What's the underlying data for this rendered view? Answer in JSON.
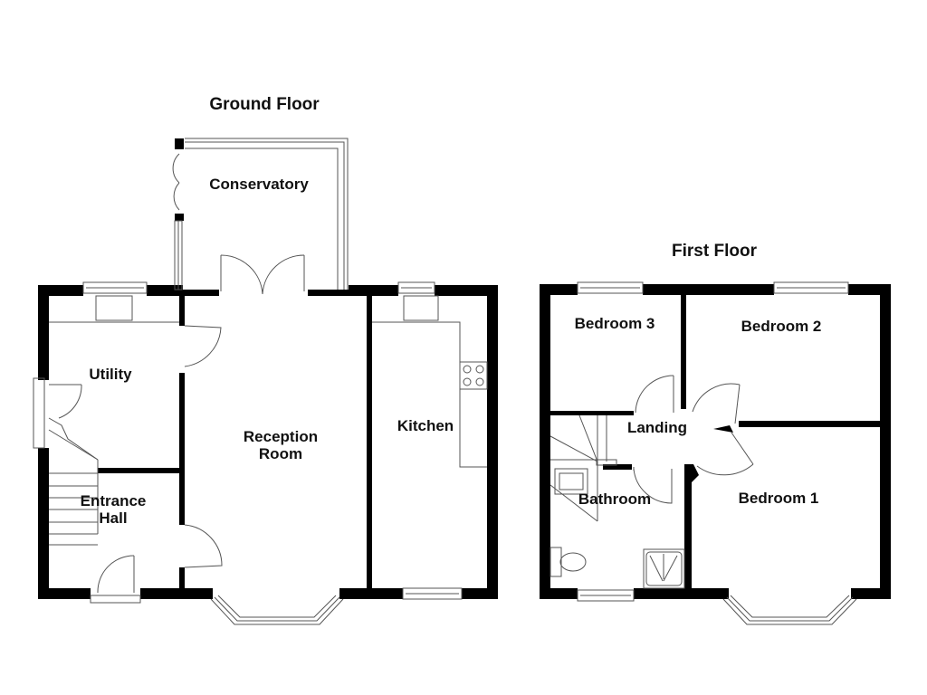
{
  "floors": {
    "ground": {
      "title": "Ground Floor",
      "rooms": {
        "conservatory": "Conservatory",
        "utility": "Utility",
        "reception": "Reception\nRoom",
        "kitchen": "Kitchen",
        "entrance_hall": "Entrance\nHall"
      }
    },
    "first": {
      "title": "First Floor",
      "rooms": {
        "bedroom3": "Bedroom 3",
        "bedroom2": "Bedroom 2",
        "landing": "Landing",
        "bathroom": "Bathroom",
        "bedroom1": "Bedroom 1"
      }
    }
  },
  "colors": {
    "wall": "#000000",
    "line": "#555555",
    "background": "#ffffff"
  }
}
